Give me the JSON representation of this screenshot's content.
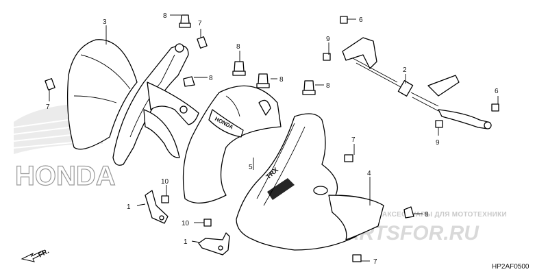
{
  "watermark": {
    "top_text": "ЗАПЧАСТИ И АКСЕССУАРЫ ДЛЯ МОТОТЕХНИКИ",
    "site": "PARTSFOR.RU",
    "color": "#d9d9d9"
  },
  "brand_logo": {
    "text": "HONDA"
  },
  "diagram_code": "HP2AF0500",
  "direction_label": "FR.",
  "callouts": [
    "1",
    "1",
    "2",
    "3",
    "4",
    "5",
    "6",
    "6",
    "7",
    "7",
    "7",
    "7",
    "8",
    "8",
    "8",
    "8",
    "8",
    "8",
    "9",
    "9",
    "10",
    "10"
  ]
}
